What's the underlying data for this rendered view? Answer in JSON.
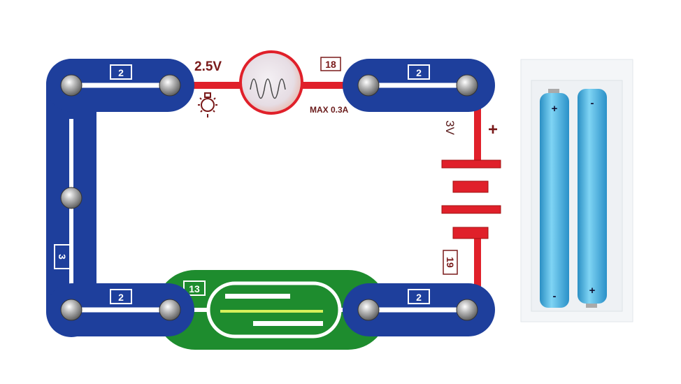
{
  "colors": {
    "blue": "#1e3f9c",
    "red": "#e0202a",
    "green": "#1e8c2e",
    "battery": "#4fb8e6"
  },
  "wires": {
    "top_left": {
      "label": "2"
    },
    "top_right": {
      "label": "2"
    },
    "bottom_left": {
      "label": "2"
    },
    "bottom_right": {
      "label": "2"
    },
    "left_vertical": {
      "label": "3"
    }
  },
  "lamp": {
    "part_label": "18",
    "voltage": "2.5V",
    "max_current": "MAX 0.3A",
    "icon": "light-bulb-icon"
  },
  "battery": {
    "part_label": "19",
    "voltage": "3V",
    "plus": "+"
  },
  "reed_switch": {
    "part_label": "13"
  },
  "battery_holder": {
    "cell1_top": "+",
    "cell1_bottom": "-",
    "cell2_top": "-",
    "cell2_bottom": "+"
  }
}
